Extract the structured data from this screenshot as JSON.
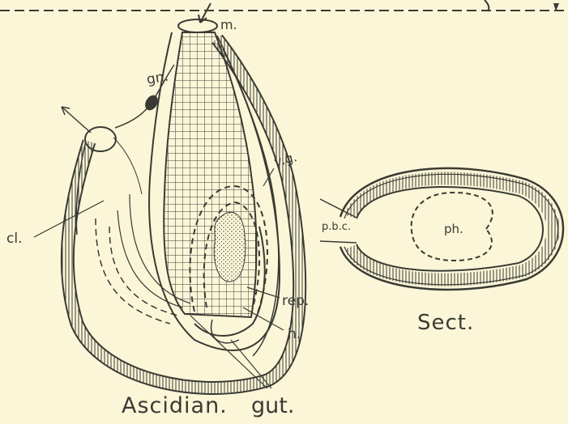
{
  "colors": {
    "paper": "#fbf6d8",
    "ink": "#3a3a34"
  },
  "labels": {
    "m": "m.",
    "gn": "gn.",
    "vg": "v.g.",
    "cl": "cl.",
    "rep": "rep.",
    "h": "h.",
    "gut": "gut.",
    "ascidian": "Ascidian.",
    "pbc": "p.b.c.",
    "ph": "ph.",
    "sect": "Sect."
  }
}
